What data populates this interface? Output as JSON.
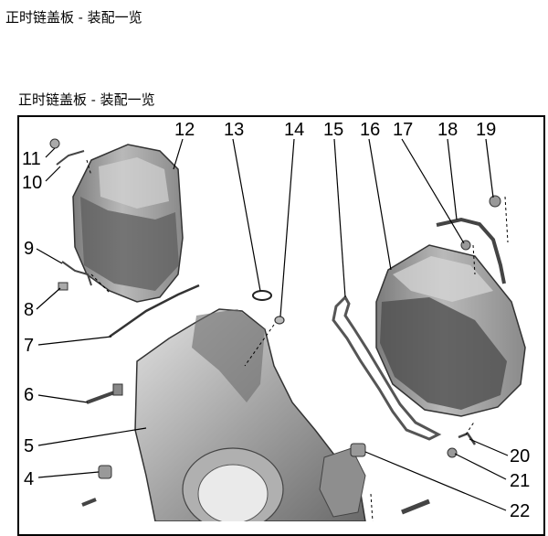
{
  "page": {
    "title": "正时链盖板 - 装配一览"
  },
  "figure": {
    "caption": "正时链盖板 - 装配一览",
    "callouts": [
      "4",
      "5",
      "6",
      "7",
      "8",
      "9",
      "10",
      "11",
      "12",
      "13",
      "14",
      "15",
      "16",
      "17",
      "18",
      "19",
      "20",
      "21",
      "22"
    ]
  },
  "colors": {
    "part_fill": "#9a9a9a",
    "part_dark": "#5e5e5e",
    "part_light": "#d4d4d4",
    "line": "#000000"
  }
}
